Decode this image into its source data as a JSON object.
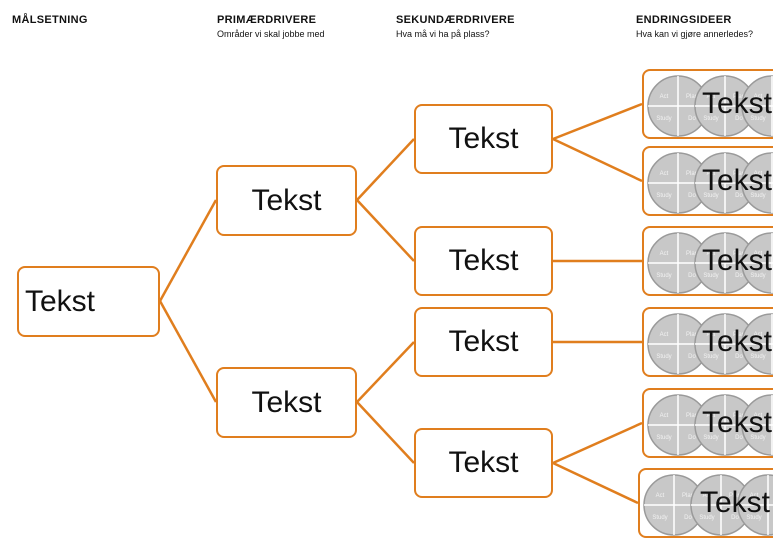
{
  "headers": {
    "goal": {
      "title": "MÅLSETNING",
      "subtitle": ""
    },
    "primary": {
      "title": "PRIMÆRDRIVERE",
      "subtitle": "Områder vi skal jobbe med"
    },
    "secondary": {
      "title": "SEKUNDÆRDRIVERE",
      "subtitle": "Hva må vi ha på plass?"
    },
    "ideas": {
      "title": "ENDRINGSIDEER",
      "subtitle": "Hva kan vi gjøre annerledes?"
    }
  },
  "goal": {
    "label": "Tekst"
  },
  "primary_drivers": [
    {
      "label": "Tekst"
    },
    {
      "label": "Tekst"
    }
  ],
  "secondary_drivers": [
    {
      "label": "Tekst"
    },
    {
      "label": "Tekst"
    },
    {
      "label": "Tekst"
    },
    {
      "label": "Tekst"
    }
  ],
  "change_ideas": [
    {
      "label": "Tekst"
    },
    {
      "label": "Tekst"
    },
    {
      "label": "Tekst"
    },
    {
      "label": "Tekst"
    },
    {
      "label": "Tekst"
    },
    {
      "label": "Tekst"
    }
  ],
  "pdsa_words": [
    "Act",
    "Plan",
    "Study",
    "Do"
  ],
  "colors": {
    "accent": "#E07E1E",
    "pdsa_fill": "#c8c8c8",
    "pdsa_ring": "#9a9a9a"
  }
}
